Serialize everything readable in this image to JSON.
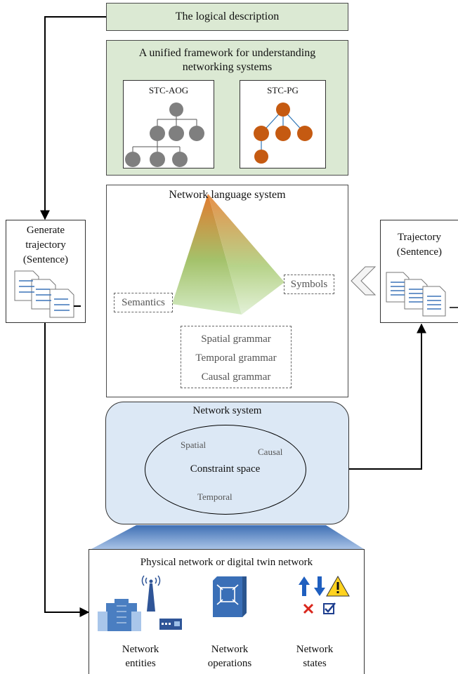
{
  "title_box": {
    "text": "The logical description"
  },
  "framework": {
    "title_line1": "A unified framework for understanding",
    "title_line2": "networking systems",
    "left_label": "STC-AOG",
    "right_label": "STC-PG"
  },
  "language": {
    "title": "Network language system",
    "semantics": "Semantics",
    "symbols": "Symbols",
    "grammar": [
      "Spatial grammar",
      "Temporal grammar",
      "Causal grammar"
    ]
  },
  "left_panel": {
    "lines": [
      "Generate",
      "trajectory",
      "(Sentence)"
    ]
  },
  "right_panel": {
    "lines": [
      "Trajectory",
      "(Sentence)"
    ]
  },
  "network_system": {
    "title": "Network system",
    "constraint": "Constraint space",
    "spatial": "Spatial",
    "causal": "Causal",
    "temporal": "Temporal"
  },
  "physical": {
    "title": "Physical network or digital twin network",
    "items": [
      {
        "line1": "Network",
        "line2": "entities"
      },
      {
        "line1": "Network",
        "line2": "operations"
      },
      {
        "line1": "Network",
        "line2": "states"
      }
    ]
  },
  "colors": {
    "green_box": "#dbe9d3",
    "blue_box": "#dce8f5",
    "gray_node": "#7f7f7f",
    "orange_node": "#c55a11",
    "pg_edge": "#2e75b6",
    "pyramid_top": "#e07a33",
    "pyramid_bottom": "#c9e3b4"
  }
}
